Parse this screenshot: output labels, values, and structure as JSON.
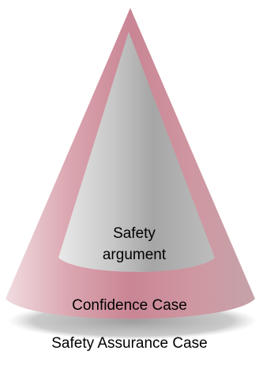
{
  "diagram": {
    "inner_label_line1": "Safety",
    "inner_label_line2": "argument",
    "outer_label": "Confidence Case",
    "caption": "Safety Assurance Case"
  },
  "colors": {
    "outer_cone": "#c98a96",
    "inner_cone": "#b8b8b8",
    "shadow": "#9a9a9a",
    "text": "#000000"
  }
}
